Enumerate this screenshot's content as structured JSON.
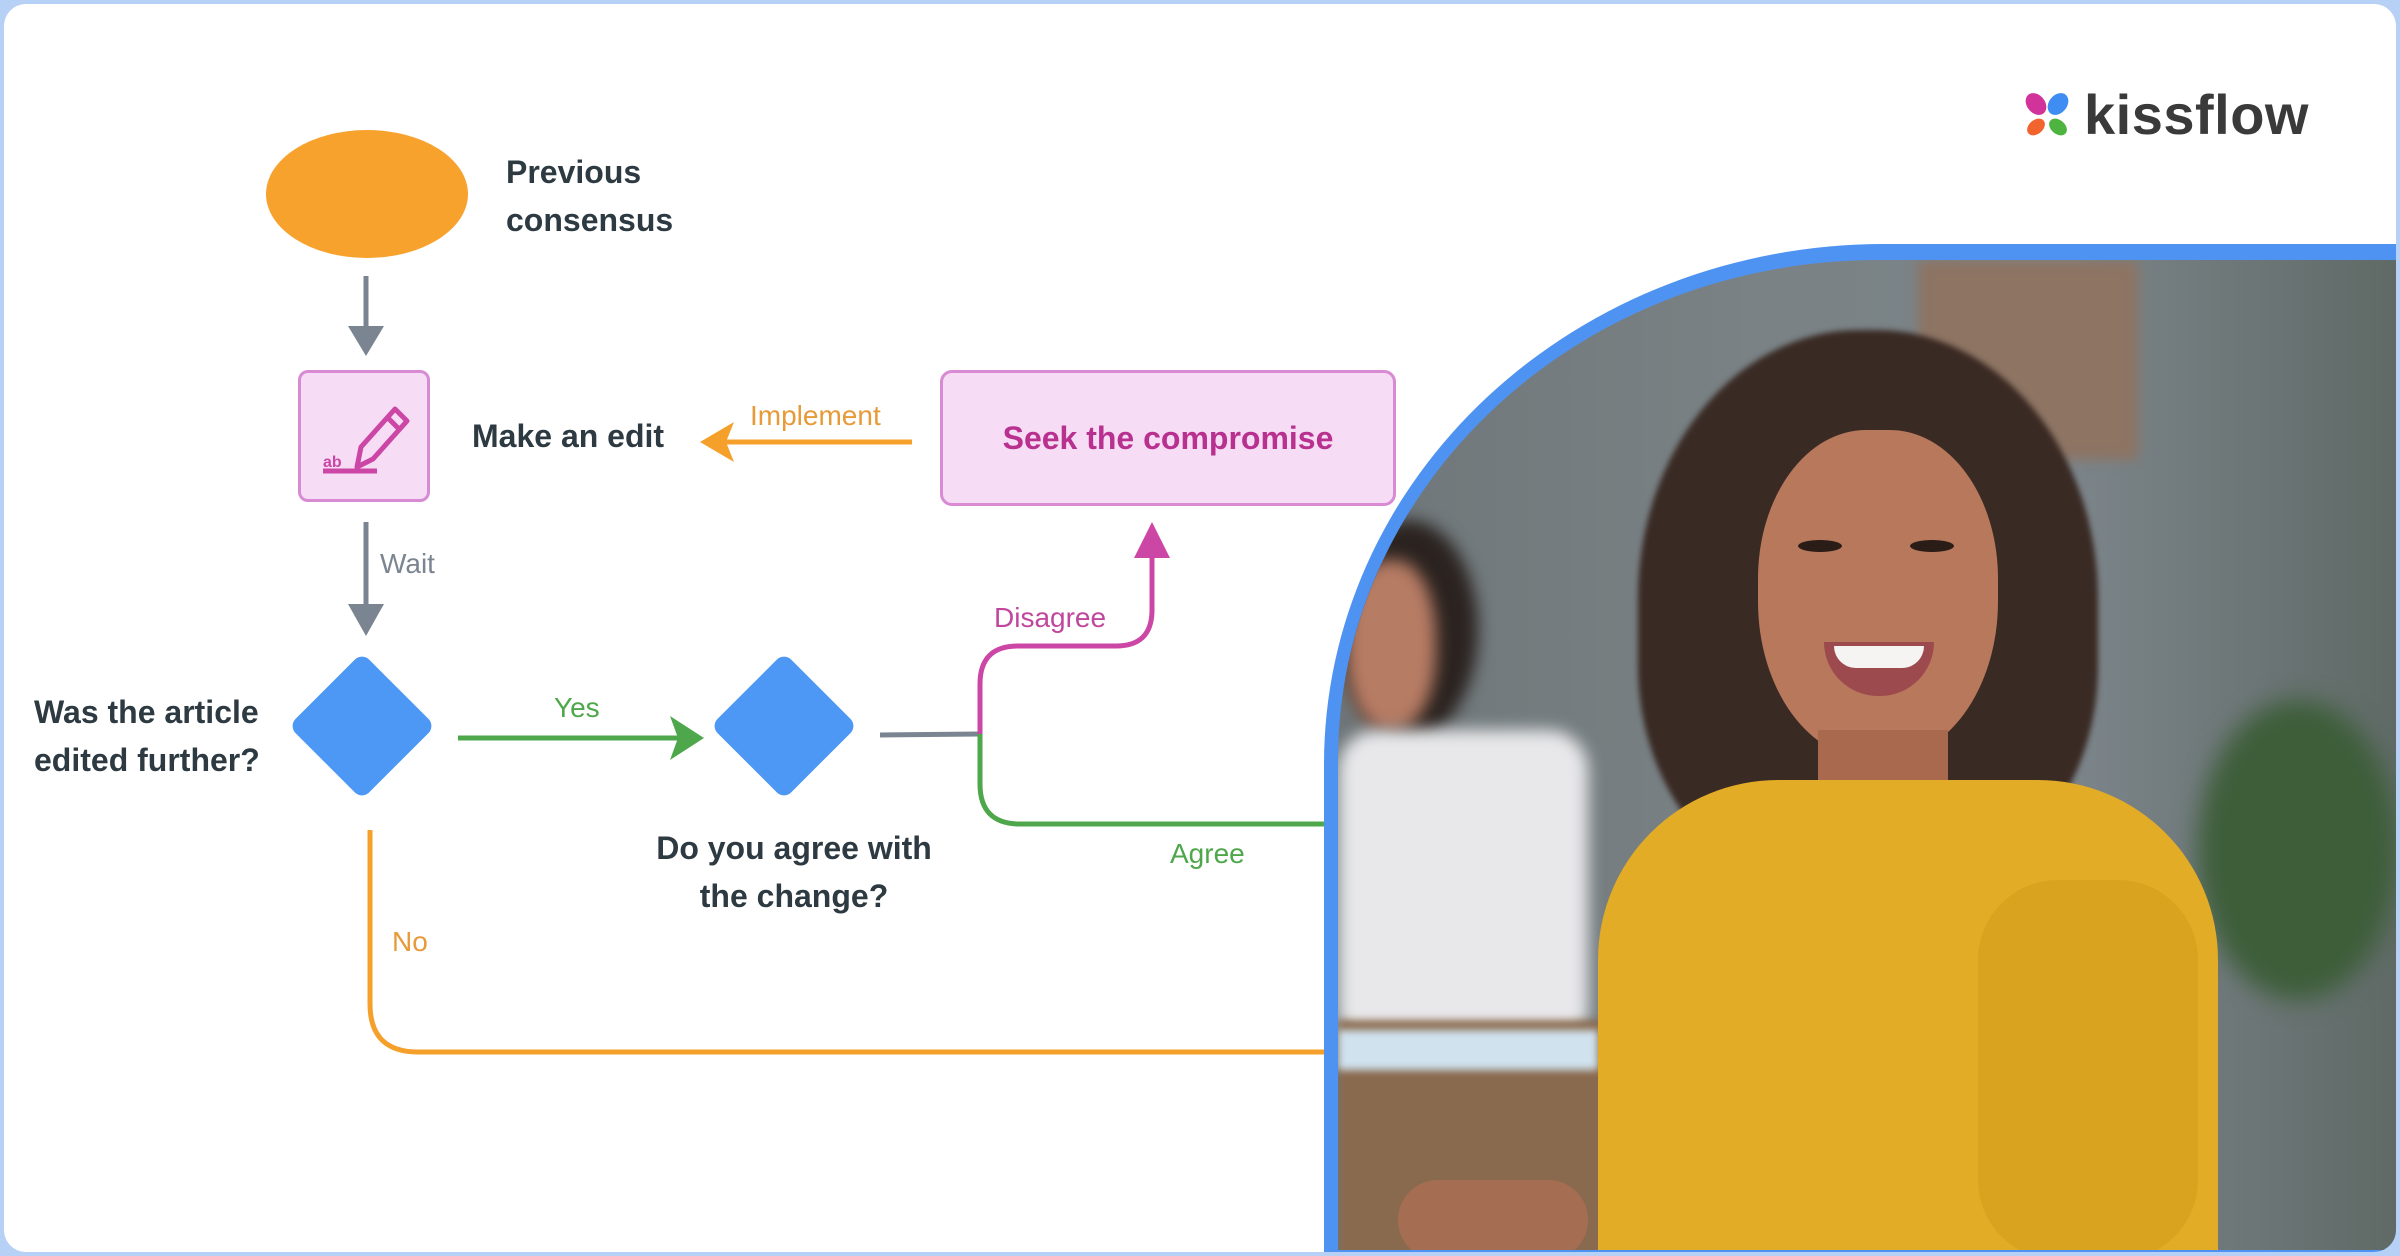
{
  "brand": {
    "name": "kissflow",
    "petal_colors": [
      "#d2339a",
      "#3f8cf2",
      "#f2642e",
      "#4db53f"
    ]
  },
  "colors": {
    "start_node": "#f8a22e",
    "action_fill": "#f6ddf5",
    "action_border": "#d88ad2",
    "action_text": "#b8318f",
    "decision": "#4d97f5",
    "connector_gray": "#7a8591",
    "implement": "#f5a02a",
    "yes_agree": "#4ea74a",
    "disagree": "#cc46a6",
    "no": "#f5a02a",
    "frame": "#4f93f2"
  },
  "diagram": {
    "nodes": {
      "start": {
        "label_line1": "Previous",
        "label_line2": "consensus"
      },
      "edit": {
        "label": "Make an edit",
        "icon_text": "ab"
      },
      "compromise": {
        "label": "Seek the compromise"
      },
      "decision1": {
        "label_line1": "Was the article",
        "label_line2": "edited further?"
      },
      "decision2": {
        "label_line1": "Do you agree with",
        "label_line2": "the change?"
      }
    },
    "edges": {
      "implement": "Implement",
      "wait": "Wait",
      "yes": "Yes",
      "no": "No",
      "disagree": "Disagree",
      "agree": "Agree"
    }
  },
  "photo": {
    "description": "Smiling woman with curly hair in yellow sweater at a meeting table"
  }
}
